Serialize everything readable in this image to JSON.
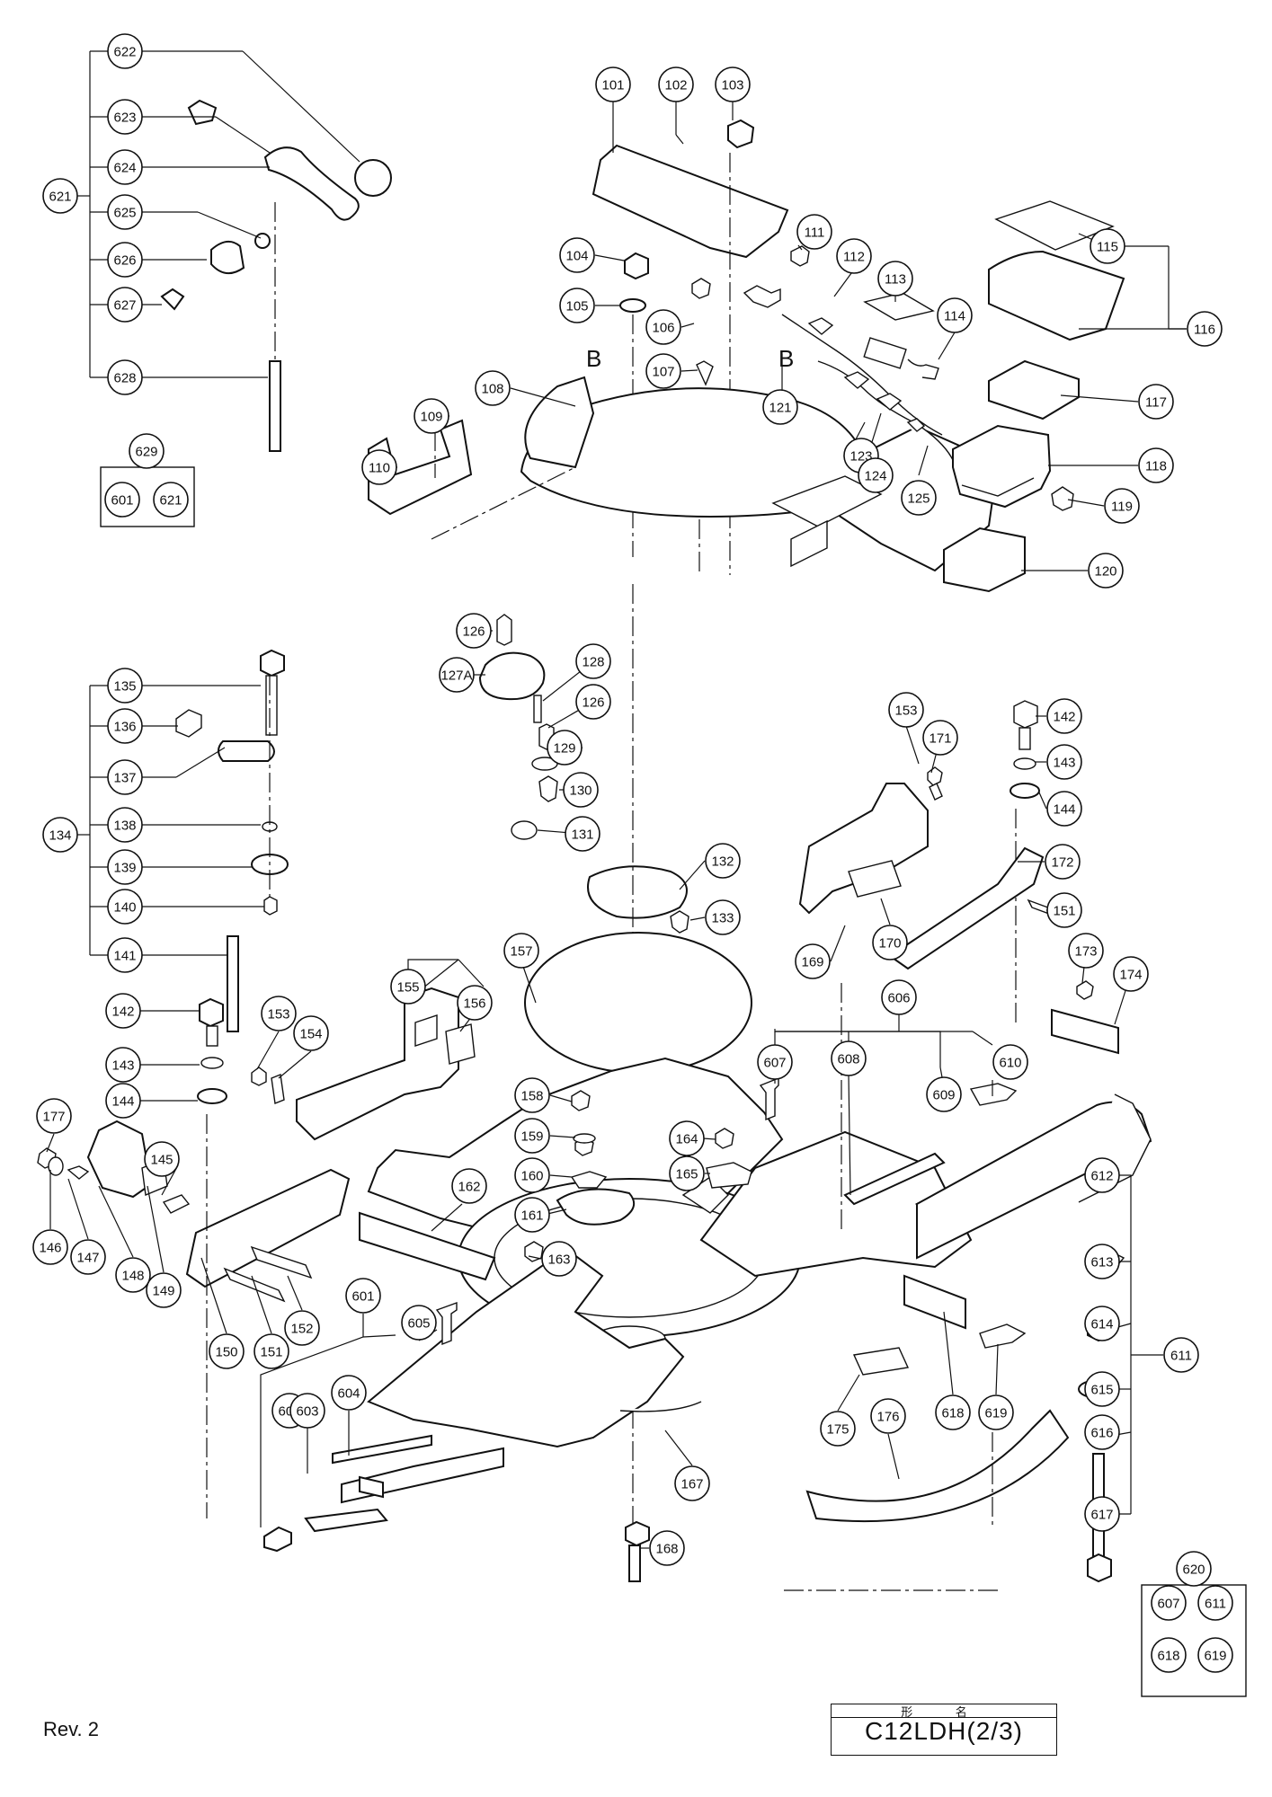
{
  "callouts": [
    "622",
    "623",
    "624",
    "625",
    "626",
    "627",
    "628",
    "621",
    "629",
    "601",
    "621",
    "101",
    "102",
    "103",
    "104",
    "105",
    "106",
    "107",
    "108",
    "109",
    "110",
    "111",
    "112",
    "113",
    "114",
    "115",
    "116",
    "117",
    "118",
    "119",
    "120",
    "121",
    "123",
    "124",
    "125",
    "126",
    "127A",
    "128",
    "126",
    "129",
    "130",
    "131",
    "132",
    "133",
    "135",
    "136",
    "137",
    "138",
    "139",
    "140",
    "141",
    "134",
    "142",
    "143",
    "144",
    "153",
    "154",
    "155",
    "156",
    "157",
    "153",
    "171",
    "142",
    "143",
    "144",
    "172",
    "151",
    "169",
    "170",
    "173",
    "174",
    "606",
    "607",
    "608",
    "609",
    "610",
    "177",
    "145",
    "146",
    "147",
    "148",
    "149",
    "150",
    "151",
    "152",
    "158",
    "159",
    "160",
    "161",
    "162",
    "163",
    "164",
    "165",
    "612",
    "613",
    "614",
    "615",
    "616",
    "617",
    "611",
    "601",
    "605",
    "602",
    "603",
    "604",
    "167",
    "168",
    "175",
    "176",
    "618",
    "619",
    "620",
    "607",
    "611",
    "618",
    "619"
  ],
  "view_labels": [
    "B",
    "B"
  ],
  "title_block": {
    "caption": "形 名",
    "model": "C12LDH(2/3)"
  },
  "revision": "Rev. 2"
}
